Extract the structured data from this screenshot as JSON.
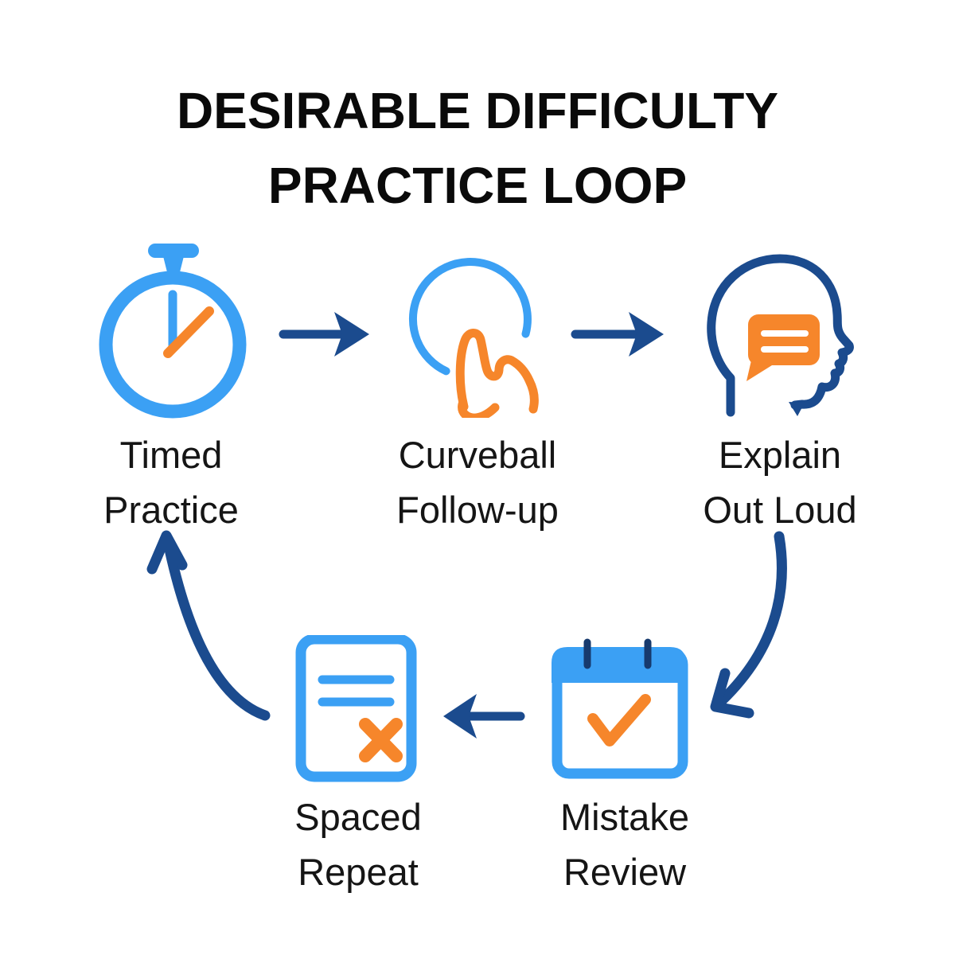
{
  "title": {
    "line1": "DESIRABLE DIFFICULTY",
    "line2": "PRACTICE LOOP"
  },
  "steps": [
    {
      "name": "Timed Practice",
      "line1": "Timed",
      "line2": "Practice",
      "icon": "stopwatch-icon"
    },
    {
      "name": "Curveball Follow-up",
      "line1": "Curveball",
      "line2": "Follow-up",
      "icon": "tap-finger-icon"
    },
    {
      "name": "Explain Out Loud",
      "line1": "Explain",
      "line2": "Out Loud",
      "icon": "speaking-head-icon"
    },
    {
      "name": "Mistake Review",
      "line1": "Mistake",
      "line2": "Review",
      "icon": "calendar-check-icon"
    },
    {
      "name": "Spaced Repeat",
      "line1": "Spaced",
      "line2": "Repeat",
      "icon": "document-x-icon"
    }
  ],
  "flow": [
    {
      "from": "Timed Practice",
      "to": "Curveball Follow-up",
      "style": "straight-right"
    },
    {
      "from": "Curveball Follow-up",
      "to": "Explain Out Loud",
      "style": "straight-right"
    },
    {
      "from": "Explain Out Loud",
      "to": "Mistake Review",
      "style": "curved-down-left"
    },
    {
      "from": "Mistake Review",
      "to": "Spaced Repeat",
      "style": "straight-left"
    },
    {
      "from": "Spaced Repeat",
      "to": "Timed Practice",
      "style": "curved-up-left"
    }
  ],
  "colors": {
    "light_blue": "#3ba0f4",
    "orange": "#f6862b",
    "navy": "#1b4b8e",
    "navy_dark": "#173a6d",
    "text": "#111111",
    "background": "#ffffff"
  }
}
